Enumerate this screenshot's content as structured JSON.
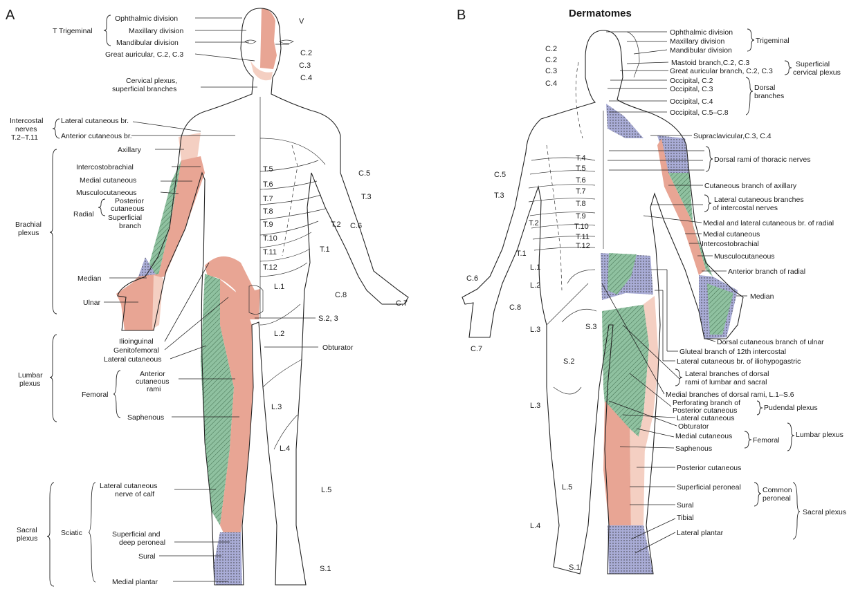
{
  "colors": {
    "pink": "#e8a594",
    "light_pink": "#f4cfc2",
    "green": "#8fc1a0",
    "blue": "#a9acd6"
  },
  "panel_a": {
    "letter": "A",
    "groups": {
      "trigeminal": "T  Trigeminal",
      "intercostal": "Intercostal\nnerves\nT.2–T.11",
      "brachial": "Brachial\nplexus",
      "radial": "Radial",
      "lumbar": "Lumbar\nplexus",
      "femoral": "Femoral",
      "sacral": "Sacral\nplexus",
      "sciatic": "Sciatic"
    },
    "labels": {
      "ophthalmic": "Ophthalmic division",
      "maxillary": "Maxillary division",
      "mandibular": "Mandibular division",
      "great_auricular": "Great auricular, C.2, C.3",
      "cervical_plexus": "Cervical plexus,\nsuperficial branches",
      "lateral_cut": "Lateral cutaneous br.",
      "anterior_cut": "Anterior cutaneous br.",
      "axillary": "Axillary",
      "intercostobrachial": "Intercostobrachial",
      "medial_cutaneous": "Medial cutaneous",
      "musculocutaneous": "Musculocutaneous",
      "posterior_cutaneous": "Posterior\ncutaneous",
      "superficial_branch": "Superficial\nbranch",
      "median": "Median",
      "ulnar": "Ulnar",
      "ilioinguinal": "Ilioinguinal",
      "genitofemoral": "Genitofemoral",
      "lateral_cutaneous": "Lateral cutaneous",
      "anterior_cut_rami": "Anterior\ncutaneous\nrami",
      "saphenous": "Saphenous",
      "lat_cut_calf": "Lateral cutaneous\nnerve of calf",
      "sup_deep_peroneal": "Superficial and\ndeep peroneal",
      "sural": "Sural",
      "medial_plantar": "Medial plantar",
      "obturator": "Obturator",
      "s23": "S.2, 3"
    },
    "segments": [
      "V",
      "C.2",
      "C.3",
      "C.4",
      "T.5",
      "T.6",
      "T.7",
      "T.8",
      "T.9",
      "T.10",
      "T.11",
      "T.12",
      "C.5",
      "T.3",
      "T.2",
      "C.6",
      "T.1",
      "L.1",
      "C.8",
      "C.7",
      "L.2",
      "L.3",
      "L.4",
      "L.5",
      "S.1"
    ]
  },
  "panel_b": {
    "letter": "B",
    "title": "Dermatomes",
    "labels": {
      "ophthalmic": "Ophthalmic division",
      "maxillary": "Maxillary division",
      "mandibular": "Mandibular division",
      "trigeminal": "Trigeminal",
      "mastoid": "Mastoid branch,C.2, C.3",
      "great_auricular": "Great auricular branch, C.2, C.3",
      "superficial_cervical": "Superficial\ncervical plexus",
      "occ_c2": "Occipital, C.2",
      "occ_c3": "Occipital, C.3",
      "occ_c4": "Occipital, C.4",
      "occ_c58": "Occipital, C.5–C.8",
      "dorsal_branches": "Dorsal\nbranches",
      "supraclavicular": "Supraclavicular,C.3, C.4",
      "dorsal_rami_thoracic": "Dorsal rami of thoracic nerves",
      "cut_axillary": "Cutaneous branch of axillary",
      "lat_cut_intercostal": "Lateral cutaneous branches\nof intercostal nerves",
      "med_lat_radial": "Medial and lateral cutaneous br. of radial",
      "medial_cutaneous": "Medial cutaneous",
      "intercostobrachial": "Intercostobrachial",
      "musculocutaneous": "Musculocutaneous",
      "ant_radial": "Anterior branch of radial",
      "median": "Median",
      "dorsal_ulnar": "Dorsal cutaneous branch of ulnar",
      "gluteal_12": "Gluteal branch of 12th intercostal",
      "lat_iliohypo": "Lateral cutaneous br. of iliohypogastric",
      "lat_dorsal_rami": "Lateral branches of dorsal\nrami of lumbar and sacral",
      "med_dorsal_rami": "Medial branches of dorsal rami, L.1–S.6",
      "perforating": "Perforating branch of",
      "posterior_cut_pud": "Posterior cutaneous",
      "pudendal": "Pudendal plexus",
      "lateral_cutaneous": "Lateral cutaneous",
      "obturator": "Obturator",
      "medial_cut_fem": "Medial cutaneous",
      "femoral": "Femoral",
      "lumbar_plexus": "Lumbar plexus",
      "saphenous": "Saphenous",
      "posterior_cutaneous": "Posterior cutaneous",
      "sup_peroneal": "Superficial peroneal",
      "common_peroneal": "Common\nperoneal",
      "sacral_plexus": "Sacral plexus",
      "sural": "Sural",
      "tibial": "Tibial",
      "lateral_plantar": "Lateral plantar"
    },
    "segments": [
      "C.2",
      "C.2",
      "C.3",
      "C.4",
      "C.5",
      "T.3",
      "T.4",
      "T.5",
      "T.6",
      "T.7",
      "T.8",
      "T.9",
      "T.10",
      "T.11",
      "T.12",
      "T.2",
      "T.1",
      "L.1",
      "L.2",
      "C.6",
      "C.8",
      "C.7",
      "L.3",
      "S.3",
      "S.2",
      "L.3",
      "L.5",
      "L.4",
      "S.1"
    ]
  }
}
